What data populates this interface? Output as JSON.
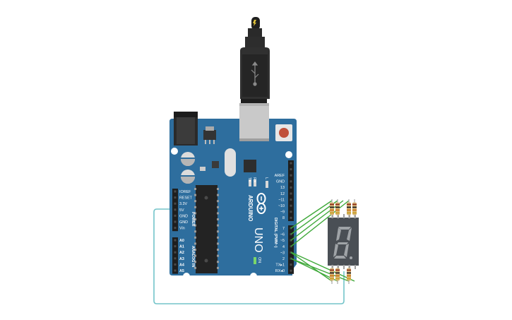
{
  "board": {
    "brand": "ARDUINO",
    "model": "UNO",
    "on_label": "ON",
    "tx_label": "TX",
    "rx_label": "RX",
    "l_label": "L",
    "digital_header_label": "DIGITAL (PWM~)",
    "power_header_label": "POWER",
    "analog_header_label": "ANALOG IN",
    "power_pins": [
      "IOREF",
      "RESET",
      "3.3V",
      "5V",
      "GND",
      "GND",
      "Vin"
    ],
    "analog_pins": [
      "A0",
      "A1",
      "A2",
      "A3",
      "A4",
      "A5"
    ],
    "digital_pins_top": [
      "AREF",
      "GND",
      "13",
      "12",
      "~11",
      "~10",
      "~9",
      "8"
    ],
    "digital_pins_bottom": [
      "7",
      "~6",
      "~5",
      "4",
      "~3",
      "2",
      "TX▸1",
      "RX◂0"
    ]
  },
  "display": {
    "digits": "8."
  },
  "colors": {
    "board": "#2e6e9e",
    "board_dark": "#22577e",
    "wire_green": "#3fa93a",
    "wire_cyan": "#73c4c9",
    "display_body": "#4a4f55",
    "segment_off": "#9fa3a7",
    "resistor_body": "#d9b77a",
    "reset_button": "#c0503a"
  }
}
